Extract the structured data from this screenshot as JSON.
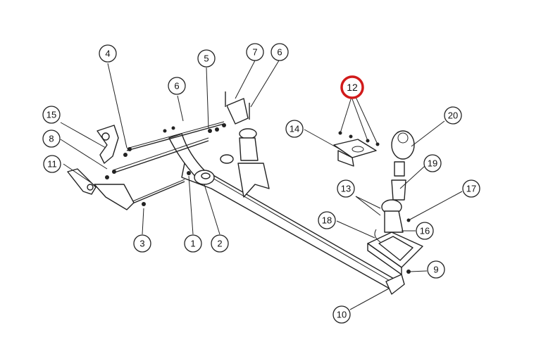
{
  "highlight": {
    "part": "12",
    "color": "#d11a1a"
  },
  "callouts": [
    {
      "id": "c1",
      "label": "1"
    },
    {
      "id": "c2",
      "label": "2"
    },
    {
      "id": "c3",
      "label": "3"
    },
    {
      "id": "c4",
      "label": "4"
    },
    {
      "id": "c5",
      "label": "5"
    },
    {
      "id": "c6a",
      "label": "6"
    },
    {
      "id": "c6b",
      "label": "6"
    },
    {
      "id": "c7",
      "label": "7"
    },
    {
      "id": "c8",
      "label": "8"
    },
    {
      "id": "c9",
      "label": "9"
    },
    {
      "id": "c10",
      "label": "10"
    },
    {
      "id": "c11",
      "label": "11"
    },
    {
      "id": "c12",
      "label": "12"
    },
    {
      "id": "c13",
      "label": "13"
    },
    {
      "id": "c14",
      "label": "14"
    },
    {
      "id": "c15",
      "label": "15"
    },
    {
      "id": "c16",
      "label": "16"
    },
    {
      "id": "c17",
      "label": "17"
    },
    {
      "id": "c18",
      "label": "18"
    },
    {
      "id": "c19",
      "label": "19"
    },
    {
      "id": "c20",
      "label": "20"
    }
  ]
}
